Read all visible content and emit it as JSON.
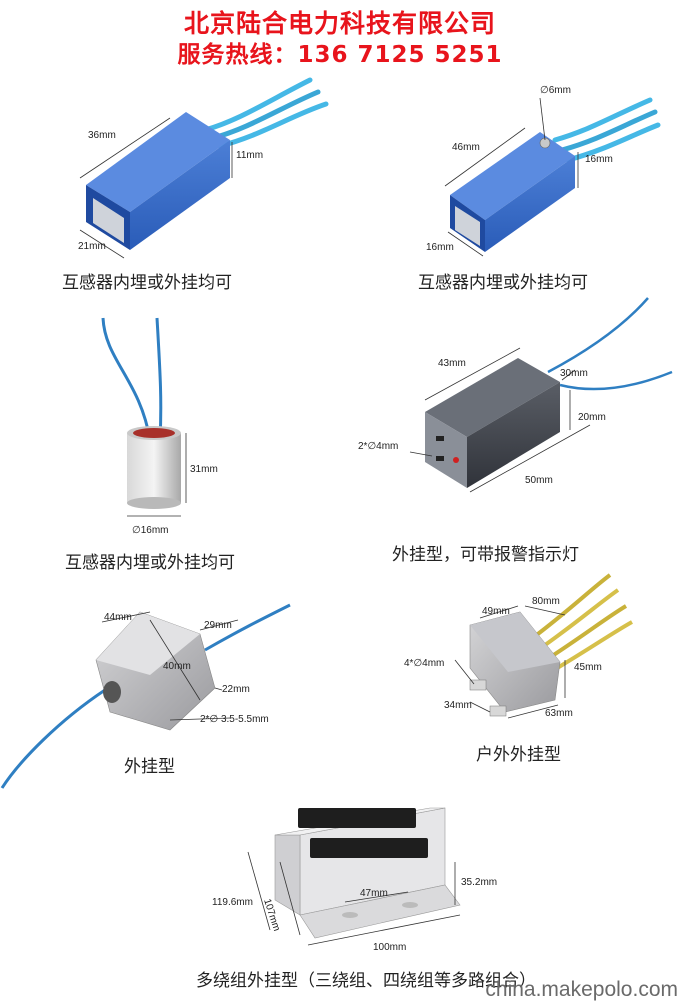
{
  "header": {
    "company": "北京陆合电力科技有限公司",
    "hotline": "服务热线：136 7125 5251"
  },
  "products": [
    {
      "caption": "互感器内埋或外挂均可",
      "dims": [
        "36mm",
        "11mm",
        "21mm"
      ]
    },
    {
      "caption": "互感器内埋或外挂均可",
      "dims": [
        "∅6mm",
        "46mm",
        "16mm",
        "16mm"
      ]
    },
    {
      "caption": "互感器内埋或外挂均可",
      "dims": [
        "31mm",
        "∅16mm"
      ]
    },
    {
      "caption": "外挂型，可带报警指示灯",
      "dims": [
        "43mm",
        "30mm",
        "20mm",
        "2*∅4mm",
        "50mm"
      ]
    },
    {
      "caption": "外挂型",
      "dims": [
        "44mm",
        "29mm",
        "40mm",
        "22mm",
        "2*∅ 3.5-5.5mm"
      ]
    },
    {
      "caption": "户外外挂型",
      "dims": [
        "49mm",
        "80mm",
        "4*∅4mm",
        "45mm",
        "34mm",
        "63mm"
      ]
    },
    {
      "caption": "多绕组外挂型（三绕组、四绕组等多路组合）",
      "dims": [
        "107mm",
        "119.6mm",
        "47mm",
        "35.2mm",
        "100mm"
      ]
    }
  ],
  "watermark": "china.makepolo.com",
  "colors": {
    "header": "#e8141c",
    "block_blue": "#2a5cb8",
    "cable_blue": "#2f7fc2",
    "cable_cyan": "#45b8e6",
    "cable_gold": "#c9b23a"
  }
}
